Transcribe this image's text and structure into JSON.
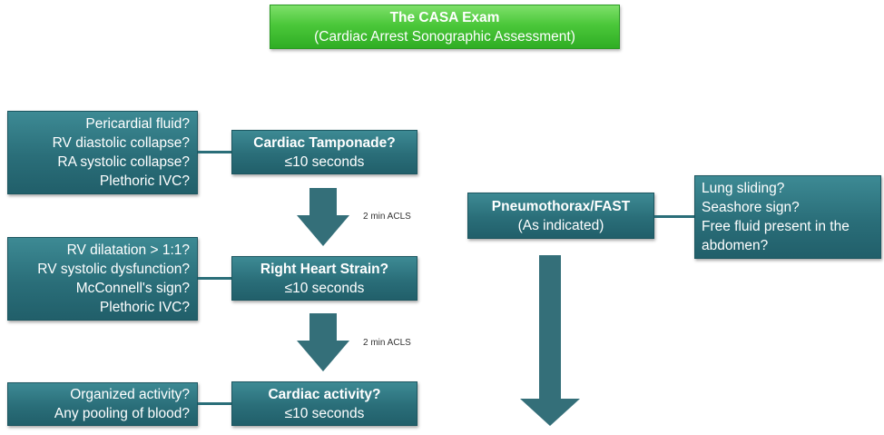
{
  "title": {
    "line1": "The CASA Exam",
    "line2": "(Cardiac Arrest Sonographic Assessment)"
  },
  "steps": [
    {
      "heading": "Cardiac Tamponade?",
      "duration": "≤10 seconds",
      "checks": [
        "Pericardial fluid?",
        "RV diastolic collapse?",
        "RA systolic collapse?",
        "Plethoric IVC?"
      ]
    },
    {
      "heading": "Right Heart Strain?",
      "duration": "≤10 seconds",
      "checks": [
        "RV dilatation > 1:1?",
        "RV systolic dysfunction?",
        "McConnell's sign?",
        "Plethoric IVC?"
      ]
    },
    {
      "heading": "Cardiac activity?",
      "duration": "≤10 seconds",
      "checks": [
        "Organized activity?",
        "Any pooling of blood?"
      ]
    }
  ],
  "arrow_labels": [
    "2 min ACLS",
    "2 min ACLS"
  ],
  "side_step": {
    "heading": "Pneumothorax/FAST",
    "note": "(As indicated)",
    "checks": [
      "Lung sliding?",
      "Seashore sign?",
      "Free fluid present in the abdomen?"
    ]
  },
  "colors": {
    "teal": "#2a6e79",
    "green": "#4bc73a",
    "arrow": "#346f79"
  }
}
